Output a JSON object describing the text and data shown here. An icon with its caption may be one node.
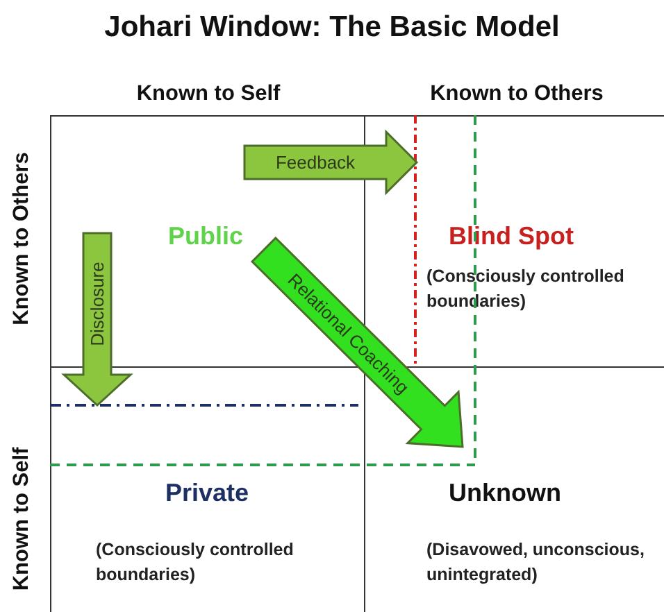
{
  "diagram": {
    "title": "Johari Window: The Basic Model",
    "nodes": [
      {
        "text": [
          "Public"
        ]
      },
      {
        "text": [
          "Blind Spot",
          "(Consciously controlled boundaries)"
        ]
      },
      {
        "text": [
          "Private",
          "(Consciously controlled boundaries)"
        ]
      },
      {
        "text": [
          "Unknown",
          "(Disavowed, unconscious, unintegrated)"
        ]
      }
    ],
    "edges": [
      {
        "from": 0,
        "to": 1,
        "arrow": "to",
        "label": "Feedback"
      },
      {
        "from": 0,
        "to": 2,
        "arrow": "to",
        "label": "Disclosure"
      },
      {
        "from": 0,
        "to": 3,
        "arrow": "to",
        "label": "Relational Coaching"
      }
    ],
    "labels": [
      "Known to Self",
      "Known to Others",
      "Known to Others",
      "Known to Self"
    ]
  }
}
